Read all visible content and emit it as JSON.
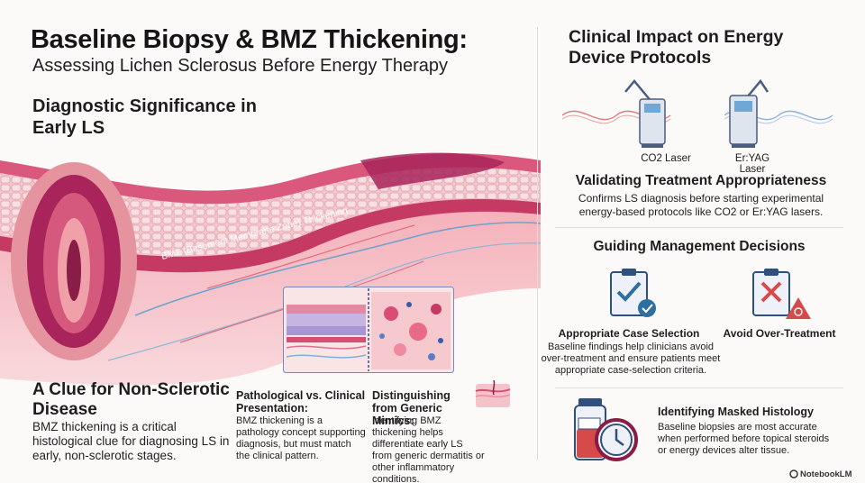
{
  "header": {
    "title": "Baseline Biopsy & BMZ Thickening:",
    "subtitle": "Assessing Lichen Sclerosus Before Energy Therapy"
  },
  "left": {
    "diagnostic_title": "Diagnostic Significance in Early LS",
    "bmz_label": "BMZ (Basement Membrane Zone) Thickening",
    "clue_title": "A Clue for Non-Sclerotic Disease",
    "clue_body": "BMZ thickening is a critical histological clue for diagnosing LS in early, non-sclerotic stages.",
    "pathological_title": "Pathological vs. Clinical Presentation:",
    "pathological_body": "BMZ thickening is a pathology concept supporting diagnosis, but must match the clinical pattern.",
    "mimics_title": "Distinguishing from Generic Mimics:",
    "mimics_body": "Identifying BMZ thickening helps differentiate early LS from generic dermatitis or other inflammatory conditions."
  },
  "right": {
    "clinical_title": "Clinical Impact on Energy Device Protocols",
    "co2_label": "CO2 Laser",
    "eryag_label": "Er:YAG Laser",
    "validating_title": "Validating Treatment Appropriateness",
    "validating_body": "Confirms LS diagnosis before starting experimental energy-based protocols like CO2 or Er:YAG lasers.",
    "guiding_title": "Guiding Management Decisions",
    "case_title": "Appropriate Case Selection",
    "case_body": "Baseline findings help clinicians avoid over-treatment and ensure patients meet appropriate case-selection criteria.",
    "over_title": "Avoid Over-Treatment",
    "masked_title": "Identifying Masked Histology",
    "masked_body": "Baseline biopsies are most accurate when performed before topical steroids or energy devices alter tissue."
  },
  "footer": {
    "brand": "NotebookLM"
  },
  "colors": {
    "tissue_dark": "#a8245a",
    "tissue_pink": "#f2b3bd",
    "bmz_band": "#c43a63",
    "accent_blue": "#2f6f9f",
    "alert_red": "#d64a4a"
  }
}
